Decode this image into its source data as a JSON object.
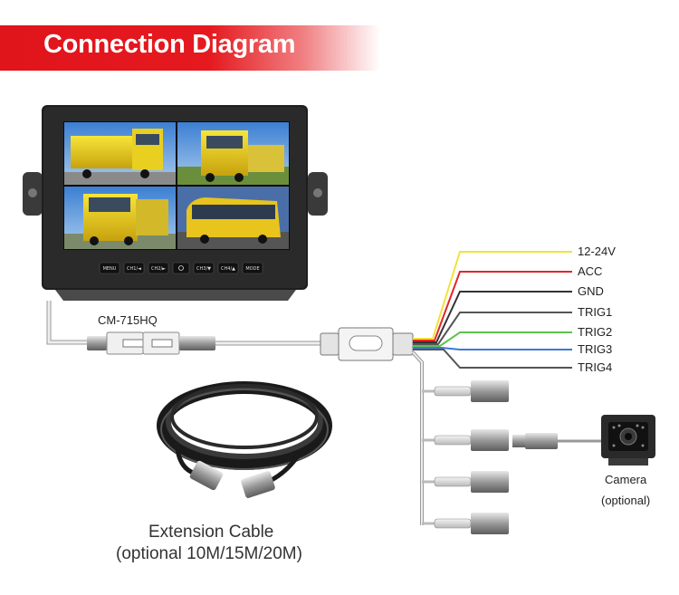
{
  "header": {
    "title": "Connection Diagram"
  },
  "monitor": {
    "model": "CM-715HQ",
    "buttons": [
      "MENU",
      "CH1/◄",
      "CH2/►",
      "",
      "CH3/▼",
      "CH4/▲",
      "MODE"
    ]
  },
  "wires": [
    {
      "label": "12-24V",
      "color": "#f2e23a"
    },
    {
      "label": "ACC",
      "color": "#e2262a"
    },
    {
      "label": "GND",
      "color": "#333333"
    },
    {
      "label": "TRIG1",
      "color": "#555555"
    },
    {
      "label": "TRIG2",
      "color": "#5cc24a"
    },
    {
      "label": "TRIG3",
      "color": "#3d78d8"
    },
    {
      "label": "TRIG4",
      "color": "#555555"
    }
  ],
  "extension_cable": {
    "line1": "Extension Cable",
    "line2": "(optional 10M/15M/20M)"
  },
  "camera": {
    "line1": "Camera",
    "line2": "(optional)"
  }
}
